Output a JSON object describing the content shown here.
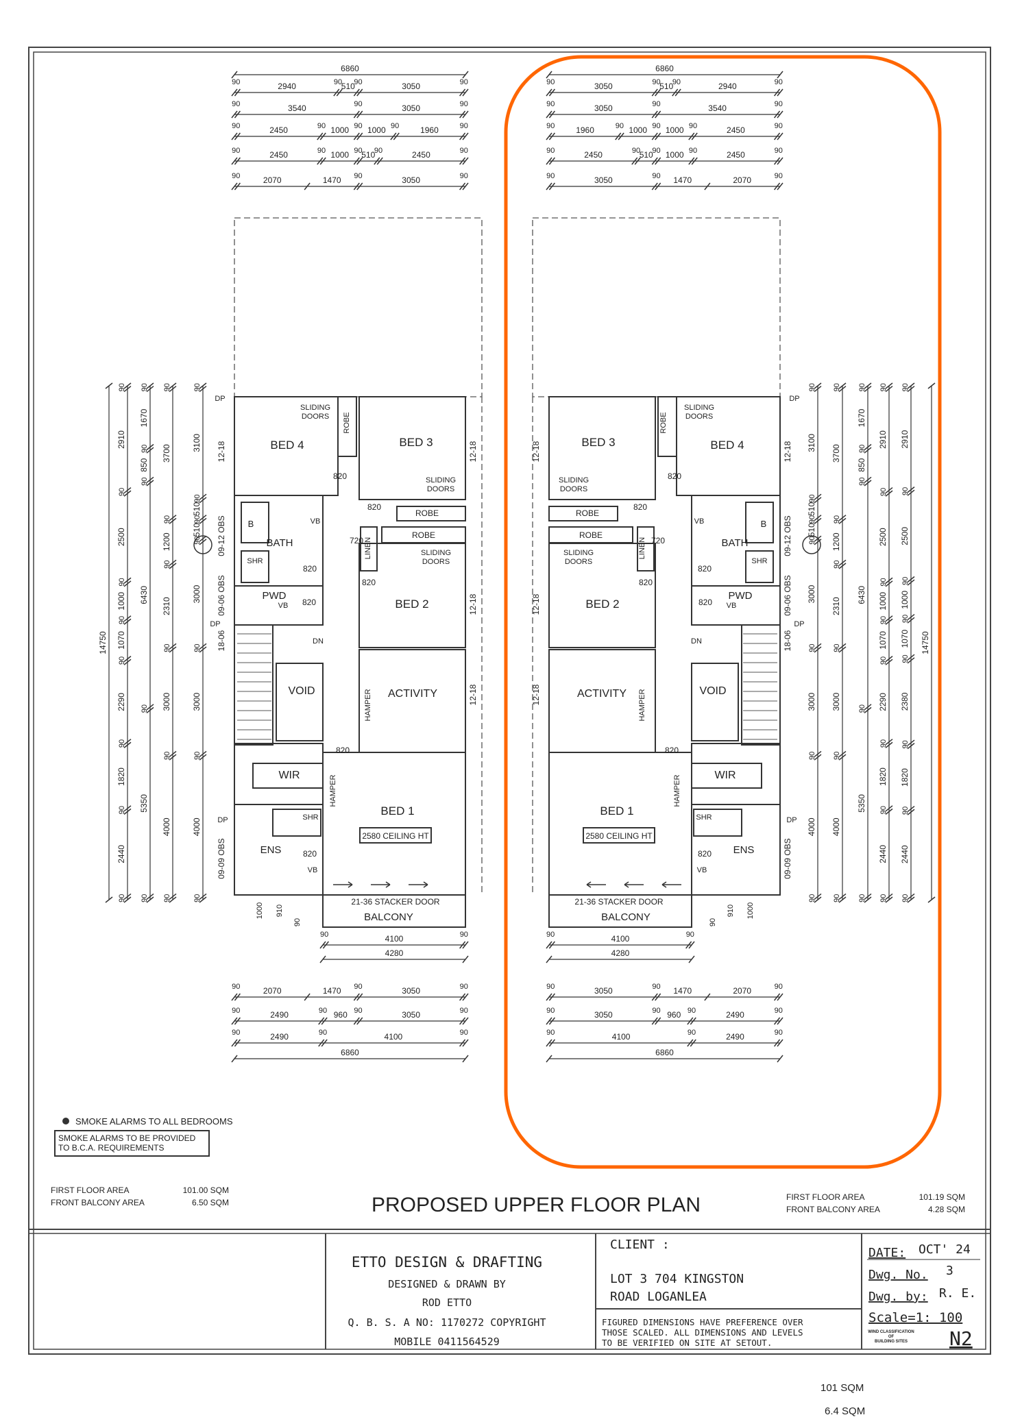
{
  "sheet": {
    "title": "PROPOSED UPPER FLOOR PLAN",
    "smoke_note": "SMOKE ALARMS TO ALL BEDROOMS",
    "smoke_box": [
      "SMOKE ALARMS TO BE PROVIDED",
      "TO B.C.A. REQUIREMENTS"
    ],
    "left_areas": [
      {
        "label": "FIRST FLOOR AREA",
        "value": "101.00  SQM"
      },
      {
        "label": "FRONT BALCONY AREA",
        "value": "6.50  SQM"
      }
    ],
    "right_areas": [
      {
        "label": "FIRST FLOOR AREA",
        "value": "101.19  SQM"
      },
      {
        "label": "FRONT BALCONY AREA",
        "value": "4.28  SQM"
      }
    ],
    "handwritten": [
      "101 SQM",
      "6.4 SQM"
    ],
    "highlight_color": "#FF6600"
  },
  "title_block": {
    "company": "ETTO DESIGN & DRAFTING",
    "designed_by": "DESIGNED & DRAWN BY",
    "designer": "ROD ETTO",
    "qbsa": "Q. B. S. A NO: 1170272 COPYRIGHT",
    "mobile": "MOBILE 0411564529",
    "client_label": "CLIENT :",
    "address": [
      "LOT 3 704 KINGSTON",
      "ROAD LOGANLEA"
    ],
    "disclaimer": [
      "FIGURED DIMENSIONS HAVE PREFERENCE OVER",
      "THOSE SCALED. ALL DIMENSIONS AND LEVELS",
      "TO BE VERIFIED ON SITE AT SETOUT."
    ],
    "date_label": "DATE:",
    "date": "OCT' 24",
    "dwg_no_label": "Dwg. No.",
    "dwg_no": "3",
    "dwg_by_label": "Dwg. by:",
    "dwg_by": "R. E.",
    "scale": "Scale=1: 100",
    "wind_label": [
      "WIND CLASSIFICATION",
      "OF",
      "BUILDING SITES"
    ],
    "wind_class": "N2"
  },
  "labels": {
    "bed4": "BED 4",
    "bed3": "BED 3",
    "bed2": "BED 2",
    "bed1": "BED 1",
    "sliding1": [
      "SLIDING",
      "DOORS"
    ],
    "sliding2": [
      "SLIDING",
      "DOORS"
    ],
    "sliding3": [
      "SLIDING",
      "DOORS"
    ],
    "robe_v": "ROBE",
    "robe1": "ROBE",
    "robe2": "ROBE",
    "linen": "LINEN",
    "d720": "720",
    "d820a": "820",
    "d820b": "820",
    "d820c": "820",
    "d820d": "820",
    "d820e": "820",
    "d820f": "820",
    "d820g": "820",
    "bath": "BATH",
    "b": "B",
    "shr1": "SHR",
    "vb1": "VB",
    "vb2": "VB",
    "vb3": "VB",
    "pwd": "PWD",
    "dn": "DN",
    "void": "VOID",
    "activity": "ACTIVITY",
    "hamper1": "HAMPER",
    "hamper2": "HAMPER",
    "wir": "WIR",
    "ceiling": "2580  CEILING  HT",
    "shr2": "SHR",
    "ens": "ENS",
    "stacker": "21-36  STACKER  DOOR",
    "balcony": "BALCONY",
    "w1218a": "12-18",
    "w0912": "09-12  OBS",
    "w0906": "09-06  OBS",
    "w1806": "18-06",
    "w0909": "09-09  OBS",
    "w1218b": "12-18",
    "w1218c": "12-18",
    "w1218d": "12-18",
    "dp1": "DP",
    "dp2": "DP",
    "dp3": "DP",
    "s1000": "1000",
    "s910": "910",
    "s90": "90"
  },
  "dims": {
    "left": {
      "top_total": "6860",
      "top": [
        [
          "90",
          "2940",
          "90",
          "510",
          "90",
          "3050",
          "90"
        ],
        [
          "90",
          "3540",
          "90",
          "3050",
          "90"
        ],
        [
          "90",
          "2450",
          "90",
          "1000",
          "90",
          "1000",
          "90",
          "1960",
          "90"
        ],
        [
          "90",
          "2450",
          "90",
          "1000",
          "90",
          "510",
          "90",
          "2450",
          "90"
        ],
        [
          "90",
          "2070",
          "1470",
          "90",
          "3050",
          "90"
        ]
      ],
      "balcony": [
        [
          "90",
          "4100",
          "90"
        ]
      ],
      "balcony_total": "4280",
      "bottom": [
        [
          "90",
          "2070",
          "1470",
          "90",
          "3050",
          "90"
        ],
        [
          "90",
          "2490",
          "90",
          "960",
          "90",
          "3050",
          "90"
        ],
        [
          "90",
          "2490",
          "90",
          "4100",
          "90"
        ]
      ],
      "bottom_total": "6860",
      "vertical": [
        [
          "14750"
        ],
        [
          "90",
          "2910",
          "90",
          "2500",
          "90",
          "1000",
          "90",
          "1070",
          "90",
          "2290",
          "90",
          "1820",
          "90",
          "2440",
          "90"
        ],
        [
          "90",
          "1670",
          "90",
          "850",
          "90",
          "6430",
          "90",
          "5350",
          "90"
        ],
        [
          "90",
          "3700",
          "90",
          "1200",
          "90",
          "2310",
          "90",
          "3000",
          "90",
          "4000",
          "90"
        ],
        [
          "90",
          "3100",
          "90",
          "510",
          "90",
          "510",
          "90",
          "3000",
          "90",
          "3000",
          "90",
          "4000",
          "90"
        ]
      ]
    },
    "right": {
      "top_total": "6860",
      "top": [
        [
          "90",
          "3050",
          "90",
          "510",
          "90",
          "2940",
          "90"
        ],
        [
          "90",
          "3050",
          "90",
          "3540",
          "90"
        ],
        [
          "90",
          "1960",
          "90",
          "1000",
          "90",
          "1000",
          "90",
          "2450",
          "90"
        ],
        [
          "90",
          "2450",
          "90",
          "510",
          "90",
          "1000",
          "90",
          "2450",
          "90"
        ],
        [
          "90",
          "3050",
          "90",
          "1470",
          "2070",
          "90"
        ]
      ],
      "balcony": [
        [
          "90",
          "4100",
          "90"
        ]
      ],
      "balcony_total": "4280",
      "bottom": [
        [
          "90",
          "3050",
          "90",
          "1470",
          "2070",
          "90"
        ],
        [
          "90",
          "3050",
          "90",
          "960",
          "90",
          "2490",
          "90"
        ],
        [
          "90",
          "4100",
          "90",
          "2490",
          "90"
        ]
      ],
      "bottom_total": "6860",
      "vertical": [
        [
          "90",
          "3100",
          "90",
          "510",
          "90",
          "510",
          "90",
          "3000",
          "90",
          "3000",
          "90",
          "4000",
          "90"
        ],
        [
          "90",
          "3700",
          "90",
          "1200",
          "90",
          "2310",
          "90",
          "3000",
          "90",
          "4000",
          "90"
        ],
        [
          "90",
          "1670",
          "90",
          "850",
          "90",
          "6430",
          "90",
          "5350",
          "90"
        ],
        [
          "90",
          "2910",
          "90",
          "2500",
          "90",
          "1000",
          "90",
          "1070",
          "90",
          "2290",
          "90",
          "1820",
          "90",
          "2440",
          "90"
        ],
        [
          "90",
          "2910",
          "90",
          "2500",
          "90",
          "1000",
          "90",
          "1070",
          "90",
          "2380",
          "90",
          "1820",
          "90",
          "2440",
          "90"
        ],
        [
          "14750"
        ]
      ]
    }
  }
}
